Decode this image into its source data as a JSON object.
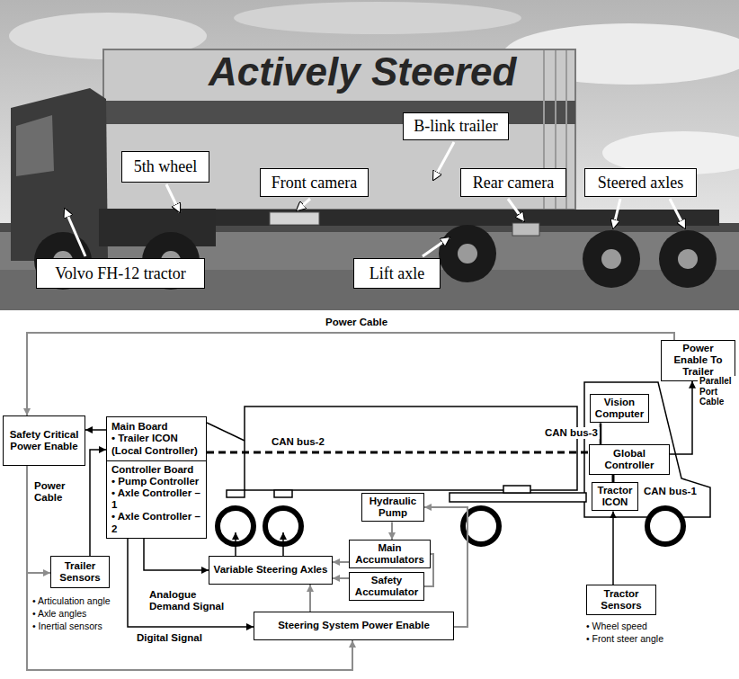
{
  "diagram": {
    "nodes": [
      {
        "text": [
          "B-link trailer"
        ]
      },
      {
        "text": [
          "5th wheel"
        ]
      },
      {
        "text": [
          "Front camera"
        ]
      },
      {
        "text": [
          "Rear camera"
        ]
      },
      {
        "text": [
          "Steered axles"
        ]
      },
      {
        "text": [
          "Volvo FH-12 tractor"
        ]
      },
      {
        "text": [
          "Lift axle"
        ]
      },
      {
        "text": [
          "Power Enable To Trailer"
        ]
      },
      {
        "text": [
          "Vision Computer"
        ]
      },
      {
        "text": [
          "Safety Critical Power Enable"
        ]
      },
      {
        "text": [
          "Main Board",
          "• Trailer ICON (Local Controller)"
        ]
      },
      {
        "text": [
          "Controller Board",
          "• Pump Controller",
          "• Axle Controller – 1",
          "• Axle Controller – 2"
        ]
      },
      {
        "text": [
          "Global Controller"
        ]
      },
      {
        "text": [
          "Tractor ICON"
        ]
      },
      {
        "text": [
          "Hydraulic Pump"
        ]
      },
      {
        "text": [
          "Main Accumulators"
        ]
      },
      {
        "text": [
          "Trailer Sensors"
        ]
      },
      {
        "text": [
          "Variable Steering Axles"
        ]
      },
      {
        "text": [
          "Safety Accumulator"
        ]
      },
      {
        "text": [
          "Tractor Sensors"
        ]
      },
      {
        "text": [
          "Steering System Power Enable"
        ]
      }
    ],
    "edges": [
      {
        "from": 7,
        "to": 9,
        "arrow": "to",
        "label": "Power Cable"
      },
      {
        "from": 12,
        "to": 7,
        "arrow": "to",
        "label": "Parallel Port Cable"
      },
      {
        "from": 8,
        "to": 12,
        "arrow": "none",
        "label": "CAN bus-3"
      },
      {
        "from": 10,
        "to": 12,
        "arrow": "none",
        "label": "CAN bus-2"
      },
      {
        "from": 13,
        "to": 12,
        "arrow": "none",
        "label": "CAN bus-1"
      },
      {
        "from": 10,
        "to": 9,
        "arrow": "to"
      },
      {
        "from": 16,
        "to": 10,
        "arrow": "to"
      },
      {
        "from": 9,
        "to": 16,
        "arrow": "to",
        "label": "Power Cable"
      },
      {
        "from": 9,
        "to": 20,
        "arrow": "to"
      },
      {
        "from": 11,
        "to": 17,
        "arrow": "to",
        "label": "Analogue Demand Signal"
      },
      {
        "from": 11,
        "to": 20,
        "arrow": "to",
        "label": "Digital Signal"
      },
      {
        "from": 20,
        "to": 17,
        "arrow": "to"
      },
      {
        "from": 20,
        "to": 14,
        "arrow": "to"
      },
      {
        "from": 14,
        "to": 15,
        "arrow": "to"
      },
      {
        "from": 15,
        "to": 17,
        "arrow": "to"
      },
      {
        "from": 18,
        "to": 17,
        "arrow": "to"
      },
      {
        "from": 15,
        "to": 18,
        "arrow": "none"
      },
      {
        "from": 19,
        "to": 13,
        "arrow": "to"
      }
    ],
    "labels": [
      "Actively Steered",
      "• Articulation angle",
      "• Axle angles",
      "• Inertial sensors",
      "• Wheel speed",
      "• Front steer angle"
    ]
  }
}
